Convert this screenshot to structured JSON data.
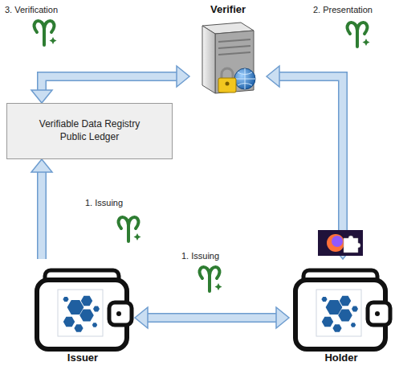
{
  "diagram": {
    "nodes": [
      {
        "text": [
          "Verifier"
        ]
      },
      {
        "text": [
          "Verifiable Data Registry Public Ledger"
        ]
      },
      {
        "text": [
          "Issuer"
        ]
      },
      {
        "text": [
          "Holder"
        ]
      }
    ],
    "edges": [
      {
        "from": 0,
        "to": 1,
        "arrow": "both"
      },
      {
        "from": 0,
        "to": 3,
        "arrow": "both"
      },
      {
        "from": 2,
        "to": 1,
        "arrow": "to"
      },
      {
        "from": 2,
        "to": 3,
        "arrow": "both"
      }
    ],
    "labels": [
      "3. Verification",
      "2. Presentation",
      "1. Issuing",
      "1. Issuing"
    ]
  }
}
